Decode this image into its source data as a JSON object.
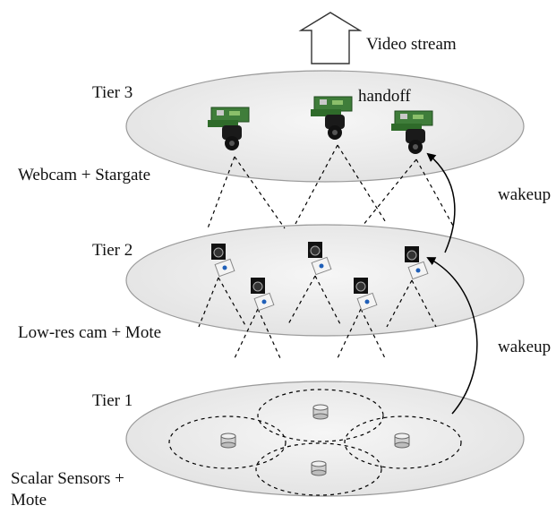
{
  "diagram": {
    "output_label": "Video stream",
    "tiers": [
      {
        "title": "Tier 3",
        "device_label": "Webcam + Stargate"
      },
      {
        "title": "Tier 2",
        "device_label": "Low-res cam + Mote"
      },
      {
        "title": "Tier 1",
        "device_label": "Scalar Sensors + Mote"
      }
    ],
    "handoff_label": "handoff",
    "wakeup_labels": [
      "wakeup",
      "wakeup"
    ],
    "colors": {
      "ellipse_fill": "#ececec",
      "ellipse_stroke": "#9a9a9a",
      "board_green": "#3f7d3a",
      "camera_dark": "#1a1a1a",
      "mote_blue": "#1f5fb8",
      "line": "#000000"
    },
    "icons": [
      "up-arrow-icon",
      "stargate-webcam-icon",
      "lowres-camera-mote-icon",
      "scalar-sensor-icon"
    ]
  }
}
